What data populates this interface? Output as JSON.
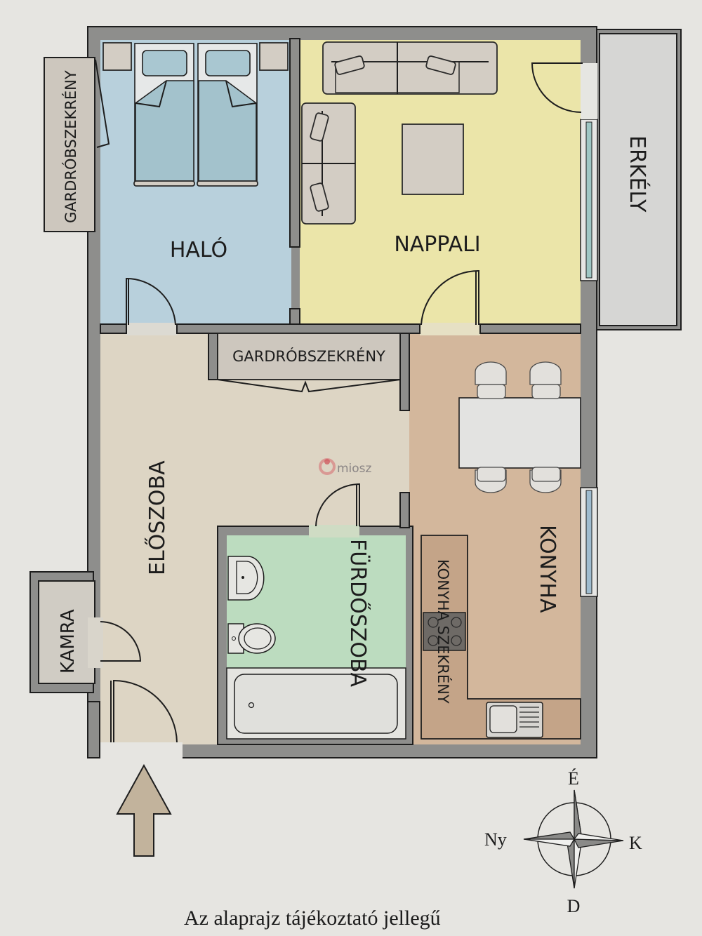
{
  "plan": {
    "rooms": {
      "bedroom": {
        "label": "HALÓ",
        "color": "#b8d0dc"
      },
      "living": {
        "label": "NAPPALI",
        "color": "#ebe5a9"
      },
      "balcony": {
        "label": "ERKÉLY",
        "color": "#d6d6d4"
      },
      "hall": {
        "label": "ELŐSZOBA",
        "color": "#ddd5c4"
      },
      "kitchen": {
        "label": "KONYHA",
        "color": "#d3b79c"
      },
      "bathroom": {
        "label": "FÜRDŐSZOBA",
        "color": "#bcdcbf"
      },
      "pantry": {
        "label": "KAMRA",
        "color": "#d0ccc4"
      }
    },
    "fixtures": {
      "wardrobe_bedroom": "GARDRÓBSZEKRÉNY",
      "wardrobe_hall": "GARDRÓBSZEKRÉNY",
      "kitchen_cabinet": "KONYHA SZEKRÉNY"
    },
    "watermark": "miosz",
    "entrance_arrow": "entrance-arrow",
    "compass": {
      "north": "É",
      "south": "D",
      "east": "K",
      "west": "Ny"
    },
    "disclaimer": "Az alaprajz tájékoztató jellegű",
    "colors": {
      "wall": "#8e8e8c",
      "background": "#e6e5e1",
      "furniture": "#d3cdc4"
    }
  }
}
